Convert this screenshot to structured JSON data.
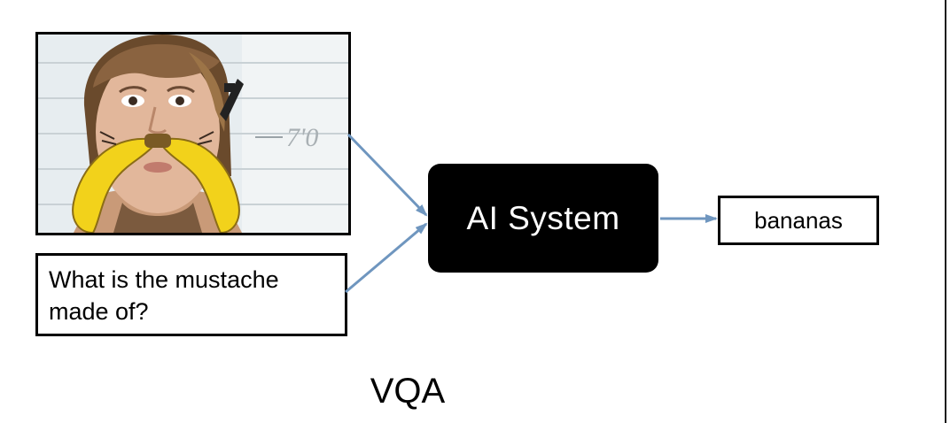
{
  "diagram": {
    "image_input": {
      "subject": "photo of a person with a banana mustache",
      "height_mark": "7'0"
    },
    "question": "What is the mustache made of?",
    "system_label": "AI System",
    "answer": "bananas",
    "caption": "VQA"
  },
  "colors": {
    "arrow": "#6f96bf",
    "box_fill_system": "#000000",
    "system_text": "#ffffff",
    "banana": "#f2d21b"
  }
}
